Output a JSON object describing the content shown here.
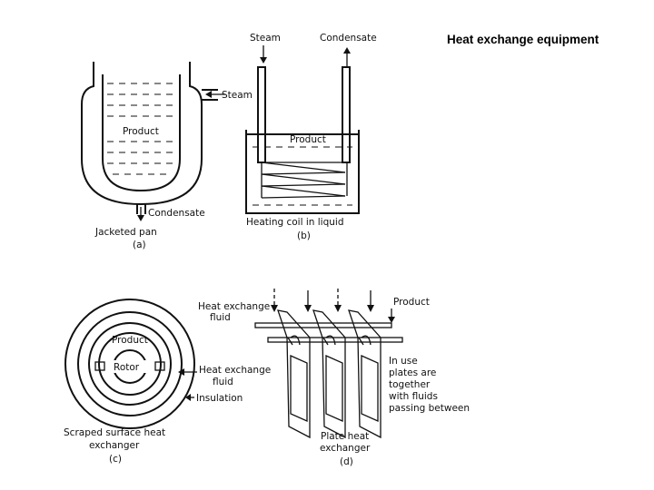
{
  "title": "Heat exchange equipment",
  "panel_a": {
    "steam": "Steam",
    "product": "Product",
    "condensate": "Condensate",
    "caption": "Jacketed pan",
    "letter": "(a)"
  },
  "panel_b": {
    "steam": "Steam",
    "condensate": "Condensate",
    "product": "Product",
    "caption": "Heating coil in liquid",
    "letter": "(b)"
  },
  "panel_c": {
    "product": "Product",
    "rotor": "Rotor",
    "fluid_line1": "Heat exchange",
    "fluid_line2": "fluid",
    "insulation": "Insulation",
    "caption_line1": "Scraped surface heat",
    "caption_line2": "exchanger",
    "letter": "(c)"
  },
  "panel_d": {
    "fluid_line1": "Heat exchange",
    "fluid_line2": "fluid",
    "product": "Product",
    "note_lines": [
      "In use",
      "plates are",
      "together",
      "with fluids",
      "passing between"
    ],
    "caption_line1": "Plate heat",
    "caption_line2": "exchanger",
    "letter": "(d)"
  }
}
